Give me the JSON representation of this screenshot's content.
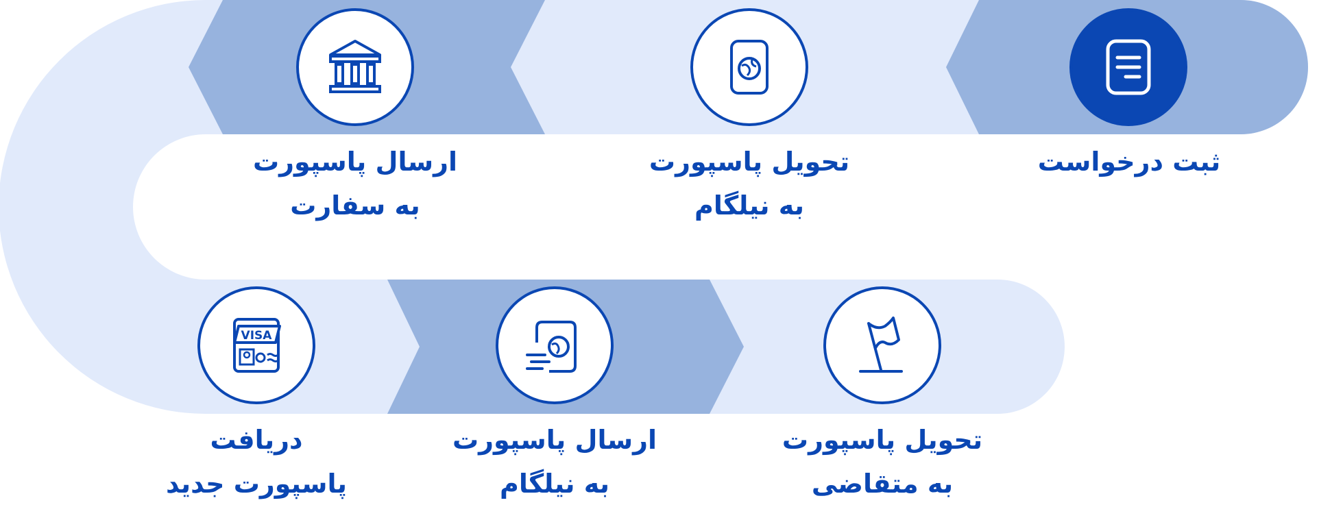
{
  "colors": {
    "track_light": "#e1eafb",
    "track_mid": "#97b3de",
    "accent": "#0b47b3",
    "white": "#ffffff"
  },
  "steps": [
    {
      "lines": [
        "ثبت درخواست"
      ],
      "icon": "request-form-icon",
      "active": true
    },
    {
      "lines": [
        "تحویل پاسپورت",
        "به نیلگام"
      ],
      "icon": "passport-icon",
      "active": false
    },
    {
      "lines": [
        "ارسال پاسپورت",
        "به سفارت"
      ],
      "icon": "embassy-building-icon",
      "active": false
    },
    {
      "lines": [
        "تحویل پاسپورت",
        "به متقاضی"
      ],
      "icon": "flag-icon",
      "active": false
    },
    {
      "lines": [
        "ارسال پاسپورت",
        "به نیلگام"
      ],
      "icon": "passport-sending-icon",
      "active": false
    },
    {
      "lines": [
        "دریافت",
        "پاسپورت جدید"
      ],
      "icon": "visa-card-icon",
      "active": false
    }
  ]
}
